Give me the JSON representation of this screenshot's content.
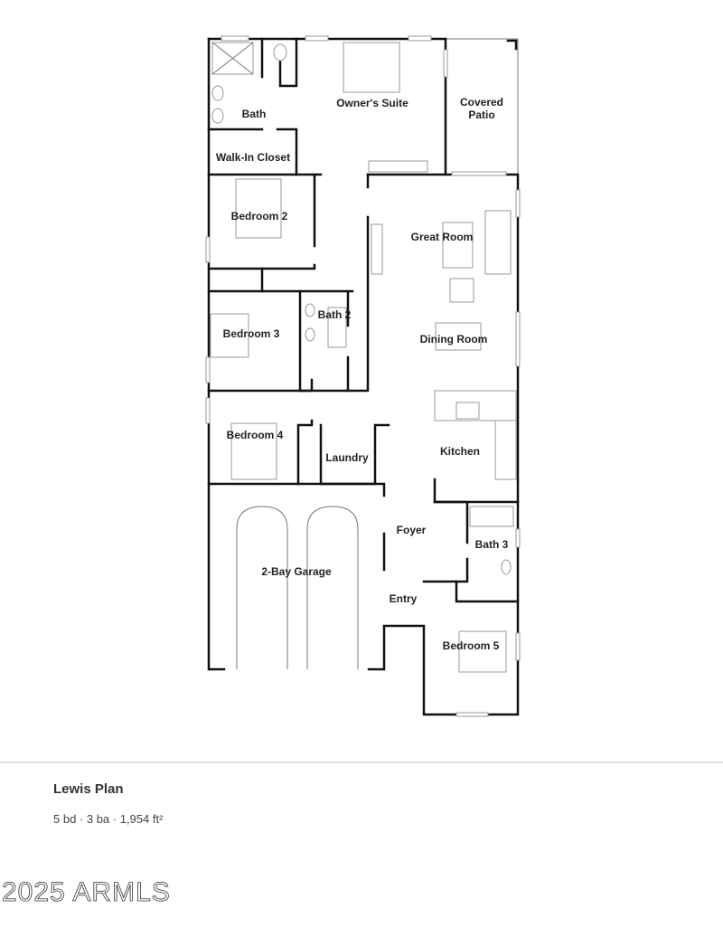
{
  "floor_plan": {
    "rooms": {
      "owners_suite": "Owner's Suite",
      "bath": "Bath",
      "walk_in_closet": "Walk-In Closet",
      "covered_patio_1": "Covered",
      "covered_patio_2": "Patio",
      "bedroom_2": "Bedroom 2",
      "great_room": "Great Room",
      "bath_2": "Bath 2",
      "bedroom_3": "Bedroom 3",
      "dining_room": "Dining Room",
      "bedroom_4": "Bedroom 4",
      "laundry": "Laundry",
      "kitchen": "Kitchen",
      "foyer": "Foyer",
      "bath_3": "Bath 3",
      "garage": "2-Bay Garage",
      "entry": "Entry",
      "bedroom_5": "Bedroom 5"
    }
  },
  "listing": {
    "plan_name": "Lewis Plan",
    "details": "5 bd · 3 ba · 1,954 ft²"
  },
  "watermark": "2025 ARMLS"
}
